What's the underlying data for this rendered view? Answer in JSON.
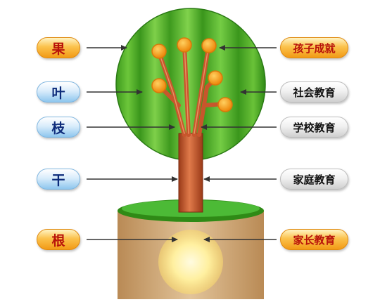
{
  "left_labels": [
    {
      "text": "果",
      "style": "orange"
    },
    {
      "text": "叶",
      "style": "blue"
    },
    {
      "text": "枝",
      "style": "blue"
    },
    {
      "text": "干",
      "style": "blue"
    },
    {
      "text": "根",
      "style": "orange"
    }
  ],
  "right_labels": [
    {
      "text": "孩子成就",
      "style": "orange"
    },
    {
      "text": "社会教育",
      "style": "gray"
    },
    {
      "text": "学校教育",
      "style": "gray"
    },
    {
      "text": "家庭教育",
      "style": "gray"
    },
    {
      "text": "家长教育",
      "style": "orange"
    }
  ],
  "colors": {
    "crown_dark": "#2f8a16",
    "crown_light": "#7fd44a",
    "trunk": "#c0522a",
    "fruit": "#f7a21b",
    "soil": "#c8a070",
    "grass": "#38a82a",
    "glow": "#fff0a0"
  }
}
